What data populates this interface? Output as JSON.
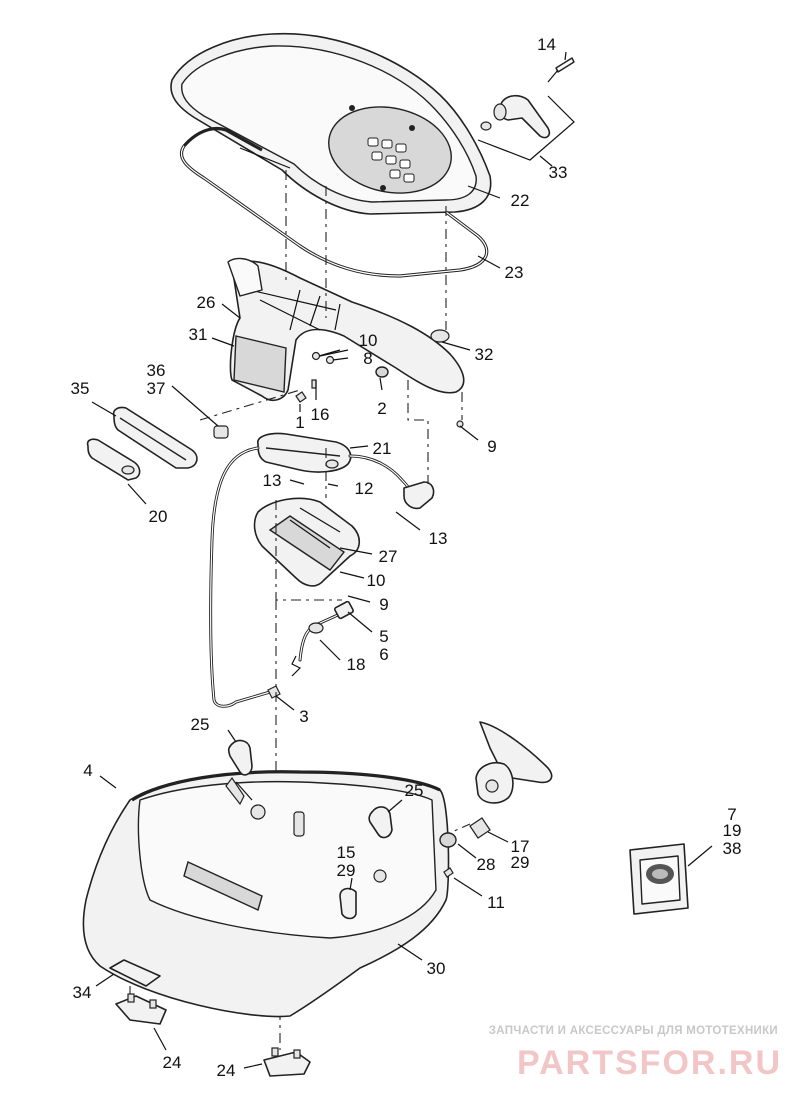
{
  "callouts": [
    "14",
    "33",
    "22",
    "23",
    "26",
    "31",
    "10",
    "8",
    "32",
    "36",
    "37",
    "35",
    "1",
    "16",
    "2",
    "9",
    "21",
    "13",
    "12",
    "13",
    "27",
    "10",
    "9",
    "5",
    "6",
    "18",
    "3",
    "20",
    "25",
    "4",
    "25",
    "15",
    "29",
    "17",
    "29",
    "28",
    "11",
    "30",
    "7",
    "19",
    "38",
    "34",
    "24",
    "24"
  ],
  "watermark": {
    "tagline": "ЗАПЧАСТИ И АКСЕССУАРЫ ДЛЯ МОТОТЕХНИКИ",
    "brand": "PARTSFOR.RU"
  },
  "colors": {
    "line": "#222222",
    "fill": "#f2f2f2",
    "watermark": "#f2c6c6"
  }
}
